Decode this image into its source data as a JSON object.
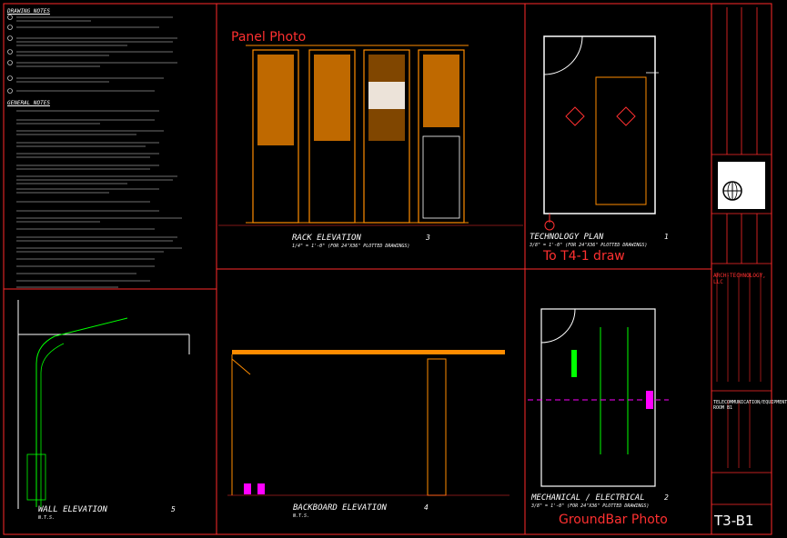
{
  "views": {
    "rack_elevation": {
      "title": "RACK ELEVATION",
      "number": "3",
      "scale": "1/4\" = 1'-0\" (FOR 24\"X36\" PLOTTED DRAWINGS)"
    },
    "technology_plan": {
      "title": "TECHNOLOGY PLAN",
      "number": "1",
      "scale": "3/8\" = 1'-0\" (FOR 24\"X36\" PLOTTED DRAWINGS)"
    },
    "wall_elevation": {
      "title": "WALL ELEVATION",
      "number": "5",
      "scale": "N.T.S."
    },
    "backboard_elevation": {
      "title": "BACKBOARD ELEVATION",
      "number": "4",
      "scale": "N.T.S."
    },
    "mechanical_electrical": {
      "title": "MECHANICAL / ELECTRICAL",
      "number": "2",
      "scale": "3/8\" = 1'-0\" (FOR 24\"X36\" PLOTTED DRAWINGS)"
    }
  },
  "overlays": {
    "panel_photo": "Panel Photo",
    "to_t4_draw": "To T4-1 draw",
    "groundbar_photo": "GroundBar Photo"
  },
  "notes": {
    "drawing_notes_heading": "DRAWING NOTES",
    "general_notes_heading": "GENERAL NOTES"
  },
  "title_block": {
    "sheet_number": "T3-B1",
    "company": "ARCH-TECHNOLOGY, LLC",
    "sheet_title": "TELECOMMUNICATION/EQUIPMENT ROOM B1"
  },
  "colors": {
    "background": "#000000",
    "border": "#ff2a2a",
    "rack": "#ff8c00",
    "notes_text": "#ffffff",
    "overlay_text": "#ff3030",
    "conduit": "#00ff00",
    "mech": "#ff00ff"
  }
}
